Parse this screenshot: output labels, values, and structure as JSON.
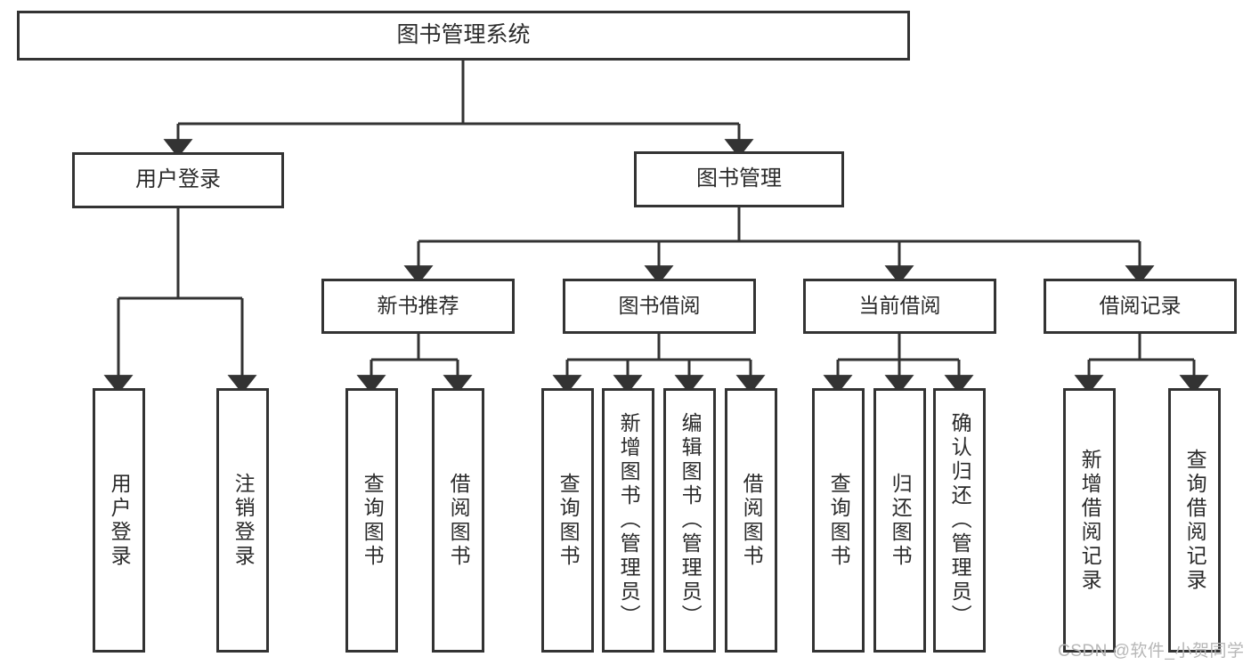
{
  "diagram": {
    "type": "tree-hierarchy",
    "title": "图书管理系统",
    "root": {
      "label": "图书管理系统"
    },
    "level1": [
      {
        "id": "user-login",
        "label": "用户登录"
      },
      {
        "id": "book-management",
        "label": "图书管理"
      }
    ],
    "level2": [
      {
        "id": "new-book-recommend",
        "label": "新书推荐",
        "parent": "book-management"
      },
      {
        "id": "book-borrow",
        "label": "图书借阅",
        "parent": "book-management"
      },
      {
        "id": "current-borrow",
        "label": "当前借阅",
        "parent": "book-management"
      },
      {
        "id": "borrow-record",
        "label": "借阅记录",
        "parent": "book-management"
      }
    ],
    "leaves": [
      {
        "id": "leaf-user-login",
        "label": "用户登录",
        "parent": "user-login"
      },
      {
        "id": "leaf-logout-login",
        "label": "注销登录",
        "parent": "user-login"
      },
      {
        "id": "leaf-query-book-1",
        "label": "查询图书",
        "parent": "new-book-recommend"
      },
      {
        "id": "leaf-borrow-book-1",
        "label": "借阅图书",
        "parent": "new-book-recommend"
      },
      {
        "id": "leaf-query-book-2",
        "label": "查询图书",
        "parent": "book-borrow"
      },
      {
        "id": "leaf-add-book",
        "label": "新增图书（管理员）",
        "parent": "book-borrow"
      },
      {
        "id": "leaf-edit-book",
        "label": "编辑图书（管理员）",
        "parent": "book-borrow"
      },
      {
        "id": "leaf-borrow-book-2",
        "label": "借阅图书",
        "parent": "book-borrow"
      },
      {
        "id": "leaf-query-book-3",
        "label": "查询图书",
        "parent": "current-borrow"
      },
      {
        "id": "leaf-return-book",
        "label": "归还图书",
        "parent": "current-borrow"
      },
      {
        "id": "leaf-confirm-return",
        "label": "确认归还（管理员）",
        "parent": "current-borrow"
      },
      {
        "id": "leaf-add-borrow-record",
        "label": "新增借阅记录",
        "parent": "borrow-record"
      },
      {
        "id": "leaf-query-borrow-record",
        "label": "查询借阅记录",
        "parent": "borrow-record"
      }
    ],
    "colors": {
      "box_border": "#333333",
      "box_fill": "#ffffff",
      "connector": "#333333",
      "text": "#2b2b2b",
      "watermark": "#b7b7b7",
      "background": "#ffffff"
    }
  },
  "watermark": {
    "text": "CSDN @软件_小贺同学"
  }
}
